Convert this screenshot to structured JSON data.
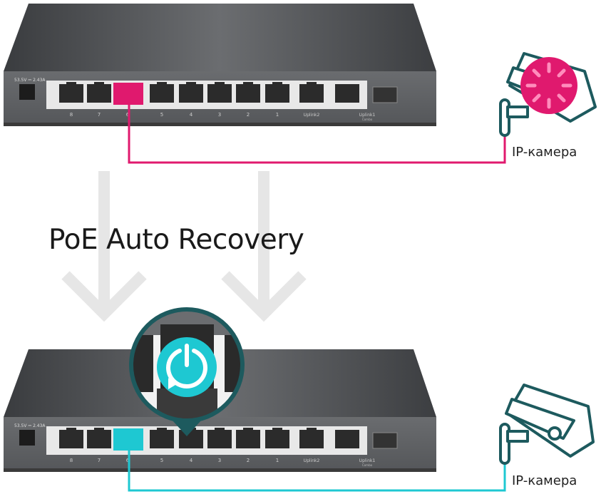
{
  "title": "PoE Auto Recovery",
  "power_label": "53.5V ⎓ 2.43A",
  "ports": [
    "8",
    "7",
    "6",
    "5",
    "4",
    "3",
    "2",
    "1",
    "Uplink2"
  ],
  "uplink1": {
    "label": "Uplink1",
    "sub": "Combo"
  },
  "top_scene": {
    "camera_label": "IP-камера",
    "active_port": "6",
    "color": "#e0196e",
    "camera_state": "loading-icon"
  },
  "bottom_scene": {
    "camera_label": "IP-камера",
    "active_port": "6",
    "color": "#1ec8d2",
    "magnifier_icon": "power-recovery-icon"
  },
  "colors": {
    "camera_outline": "#1d5a5e",
    "arrow": "#e6e6e6",
    "chassis": "#4a4c4f"
  }
}
